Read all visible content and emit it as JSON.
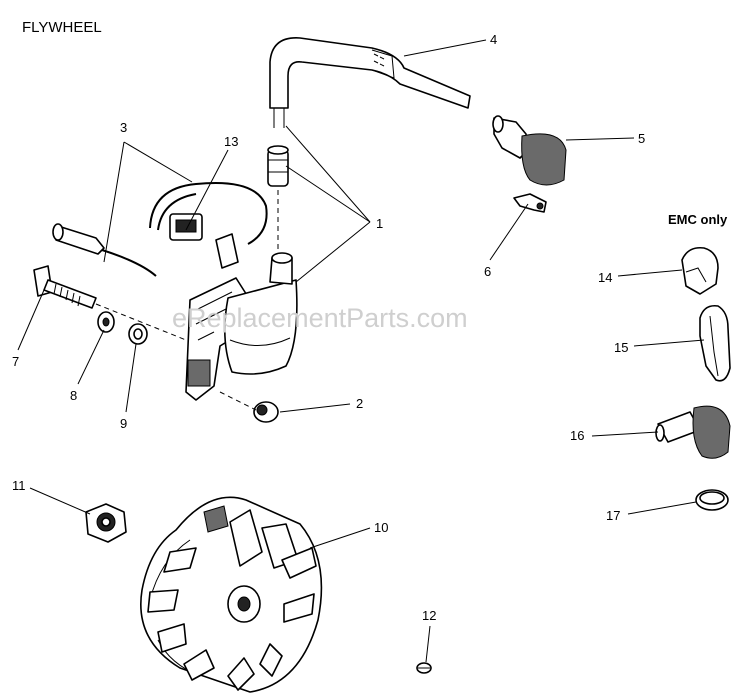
{
  "title": "FLYWHEEL",
  "watermark": "eReplacementParts.com",
  "note": "EMC only",
  "callouts": [
    "1",
    "2",
    "3",
    "4",
    "5",
    "6",
    "7",
    "8",
    "9",
    "10",
    "11",
    "12",
    "13",
    "14",
    "15",
    "16",
    "17"
  ]
}
